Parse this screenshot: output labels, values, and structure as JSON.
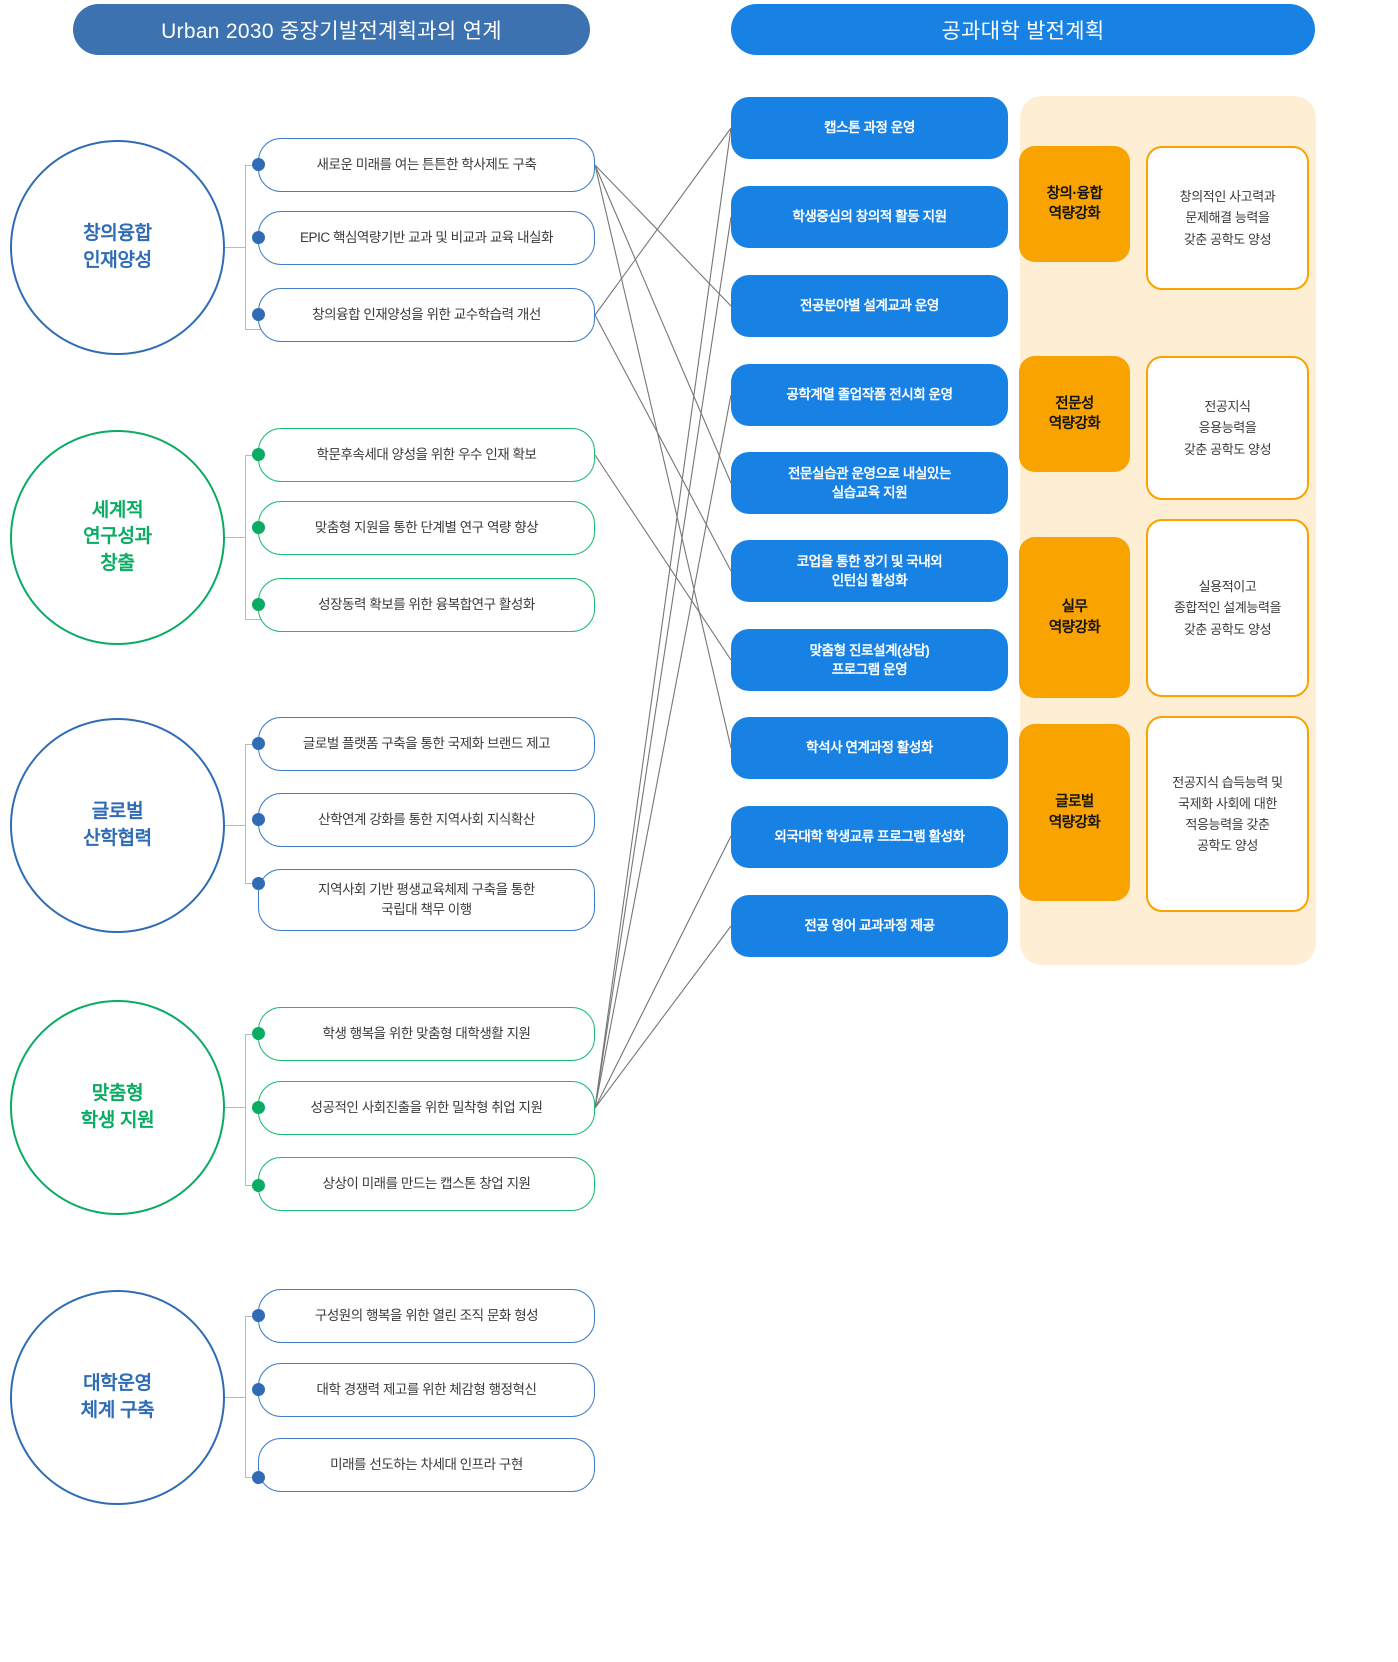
{
  "headers": {
    "left": "Urban 2030 중장기발전계획과의 연계",
    "right": "공과대학 발전계획",
    "left_color": "#3c72b0",
    "right_color": "#1782e4"
  },
  "colors": {
    "blue_pillar": "#2f6cb5",
    "green_pillar": "#0aab62",
    "action_blue": "#1782e4",
    "capability_orange": "#f9a300",
    "panel_beige": "#fdeed4",
    "connector_gray": "#767676"
  },
  "pillars": [
    {
      "title": "창의융합\n인재양성",
      "accent": "blue",
      "items": [
        "새로운 미래를 여는 튼튼한 학사제도 구축",
        "EPIC 핵심역량기반 교과 및 비교과 교육 내실화",
        "창의융합 인재양성을 위한 교수학습력 개선"
      ]
    },
    {
      "title": "세계적\n연구성과\n창출",
      "accent": "green",
      "items": [
        "학문후속세대 양성을 위한 우수 인재 확보",
        "맞춤형 지원을 통한 단계별 연구 역량 향상",
        "성장동력 확보를 위한 융복합연구 활성화"
      ]
    },
    {
      "title": "글로벌\n산학협력",
      "accent": "blue",
      "items": [
        "글로벌 플랫폼 구축을 통한 국제화 브랜드 제고",
        "산학연계 강화를 통한 지역사회 지식확산",
        "지역사회 기반 평생교육체제 구축을 통한\n국립대 책무 이행"
      ]
    },
    {
      "title": "맞춤형\n학생 지원",
      "accent": "green",
      "items": [
        "학생 행복을 위한 맞춤형 대학생활 지원",
        "성공적인 사회진출을 위한 밀착형 취업 지원",
        "상상이 미래를 만드는 캡스톤 창업 지원"
      ]
    },
    {
      "title": "대학운영\n체계 구축",
      "accent": "blue",
      "items": [
        "구성원의 행복을 위한 열린 조직 문화 형성",
        "대학 경쟁력 제고를 위한 체감형 행정혁신",
        "미래를 선도하는 차세대 인프라 구현"
      ]
    }
  ],
  "actions": [
    "캡스톤 과정 운영",
    "학생중심의 창의적 활동 지원",
    "전공분야별 설계교과 운영",
    "공학계열 졸업작품 전시회 운영",
    "전문실습관 운영으로 내실있는\n실습교육 지원",
    "코업을 통한 장기 및 국내외\n인턴십 활성화",
    "맞춤형 진로설계(상담)\n프로그램 운영",
    "학석사 연계과정 활성화",
    "외국대학 학생교류 프로그램 활성화",
    "전공 영어 교과과정 제공"
  ],
  "capabilities": [
    {
      "label": "창의·융합\n역량강화",
      "outcome": "창의적인 사고력과\n문제해결 능력을\n갖춘 공학도 양성"
    },
    {
      "label": "전문성\n역량강화",
      "outcome": "전공지식\n응용능력을\n갖춘 공학도 양성"
    },
    {
      "label": "실무\n역량강화",
      "outcome": "실용적이고\n종합적인 설계능력을\n갖춘 공학도 양성"
    },
    {
      "label": "글로벌\n역량강화",
      "outcome": "전공지식 습득능력 및\n국제화 사회에 대한\n적응능력을 갖춘\n공학도 양성"
    }
  ]
}
